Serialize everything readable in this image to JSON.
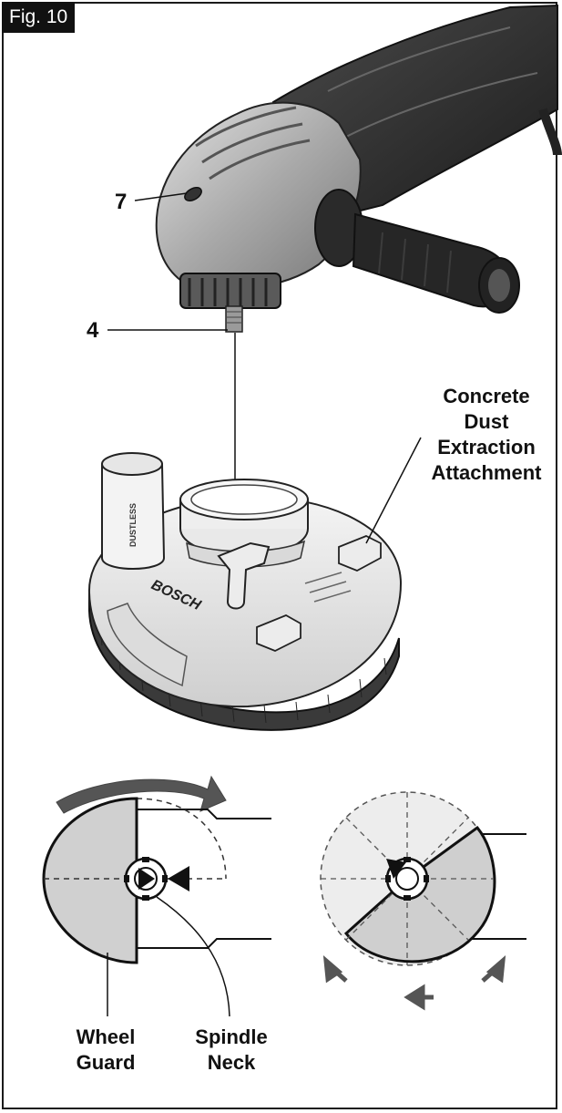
{
  "figure": {
    "label": "Fig. 10"
  },
  "callouts": {
    "seven": "7",
    "four": "4"
  },
  "attachment": {
    "label_lines": [
      "Concrete",
      "Dust",
      "Extraction",
      "Attachment"
    ],
    "brand_text": "BOSCH",
    "tube_text": "DUSTLESS"
  },
  "bottom_labels": {
    "wheel_guard": [
      "Wheel",
      "Guard"
    ],
    "spindle_neck": [
      "Spindle",
      "Neck"
    ]
  }
}
